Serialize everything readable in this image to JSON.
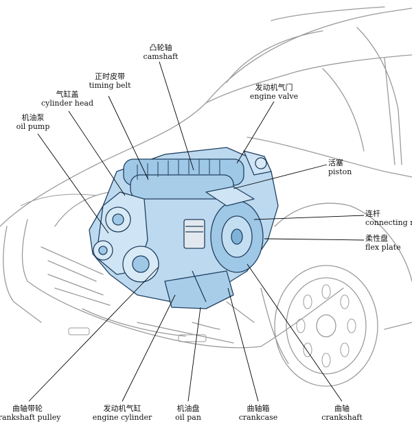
{
  "colors": {
    "car_line": "#9a9a9a",
    "engine_fill": "#bcd9ef",
    "engine_line": "#1f3f5f",
    "leader_line": "#000000"
  },
  "labels": {
    "camshaft": {
      "zh": "凸轮轴",
      "en": "camshaft"
    },
    "timing_belt": {
      "zh": "正时皮带",
      "en": "timing belt"
    },
    "cylinder_head": {
      "zh": "气缸盖",
      "en": "cylinder head"
    },
    "oil_pump": {
      "zh": "机油泵",
      "en": "oil pump"
    },
    "engine_valve": {
      "zh": "发动机气门",
      "en": "engine valve"
    },
    "piston": {
      "zh": "活塞",
      "en": "piston"
    },
    "connecting_rod": {
      "zh": "连杆",
      "en": "connecting rod"
    },
    "flex_plate": {
      "zh": "柔性盘",
      "en": "flex plate"
    },
    "crankshaft_pulley": {
      "zh": "曲轴带轮",
      "en": "crankshaft pulley"
    },
    "engine_cylinder": {
      "zh": "发动机气缸",
      "en": "engine cylinder"
    },
    "oil_pan": {
      "zh": "机油盘",
      "en": "oil pan"
    },
    "crankcase": {
      "zh": "曲轴箱",
      "en": "crankcase"
    },
    "crankshaft": {
      "zh": "曲轴",
      "en": "crankshaft"
    }
  }
}
